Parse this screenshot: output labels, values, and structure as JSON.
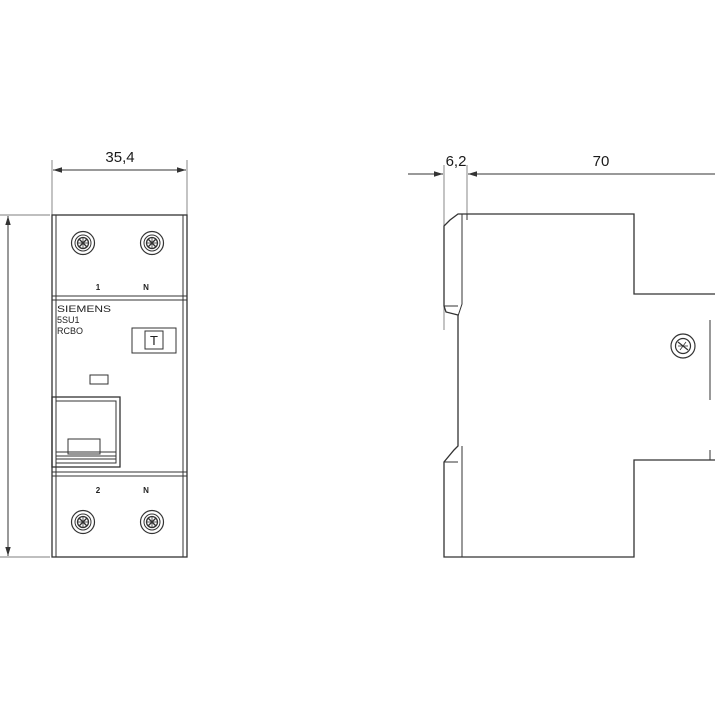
{
  "dimensions": {
    "front_width": "35,4",
    "side_offset": "6,2",
    "side_depth": "70"
  },
  "front": {
    "terminal_top_left": "1",
    "terminal_top_right": "N",
    "terminal_bottom_left": "2",
    "terminal_bottom_right": "N",
    "brand": "SIEMENS",
    "model_line1": "5SU1",
    "model_line2": "RCBO",
    "test_button": "T"
  }
}
